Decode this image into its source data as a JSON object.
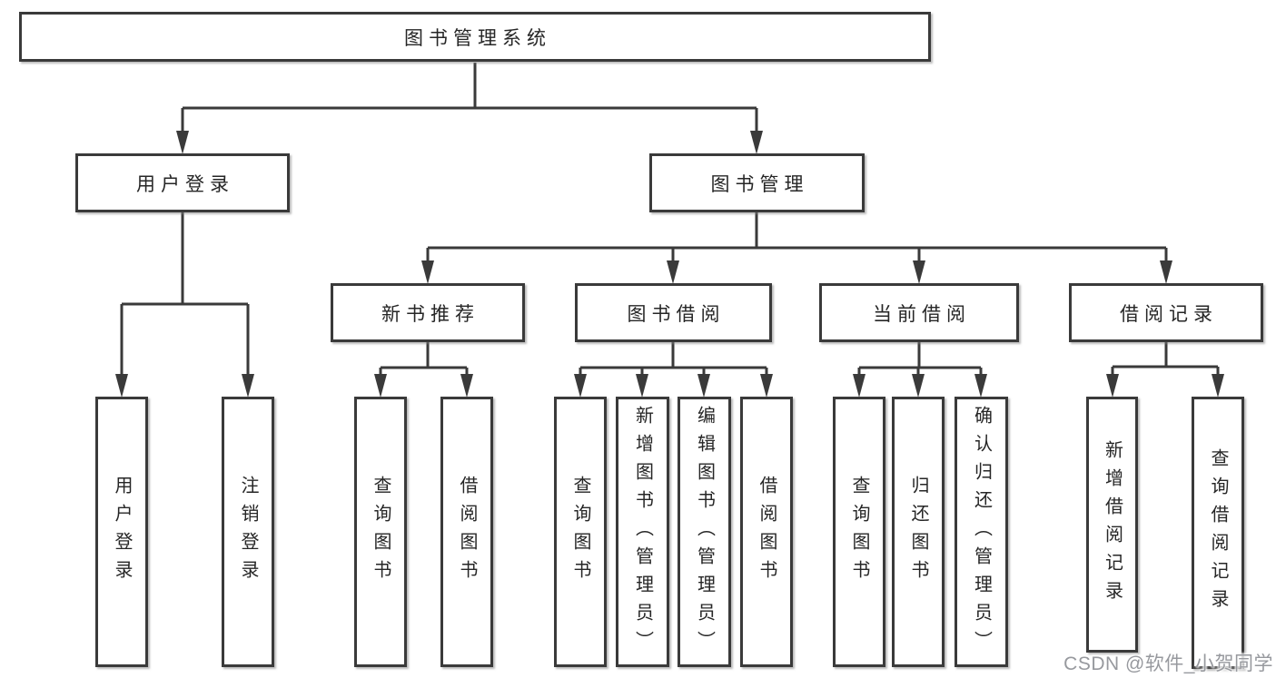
{
  "tree": {
    "root": "图书管理系统",
    "branches": [
      {
        "label": "用户登录",
        "children": [
          "用户登录",
          "注销登录"
        ]
      },
      {
        "label": "图书管理",
        "groups": [
          {
            "label": "新书推荐",
            "children": [
              "查询图书",
              "借阅图书"
            ]
          },
          {
            "label": "图书借阅",
            "children": [
              "查询图书",
              "新增图书（管理员）",
              "编辑图书（管理员）",
              "借阅图书"
            ]
          },
          {
            "label": "当前借阅",
            "children": [
              "查询图书",
              "归还图书",
              "确认归还（管理员）"
            ]
          },
          {
            "label": "借阅记录",
            "children": [
              "新增借阅记录",
              "查询借阅记录"
            ]
          }
        ]
      }
    ]
  },
  "watermark": {
    "text": "CSDN @软件_小贺同学"
  },
  "colors": {
    "line": "#3a3a3a",
    "text": "#262626",
    "watermark": "#97999e",
    "background": "#ffffff"
  }
}
